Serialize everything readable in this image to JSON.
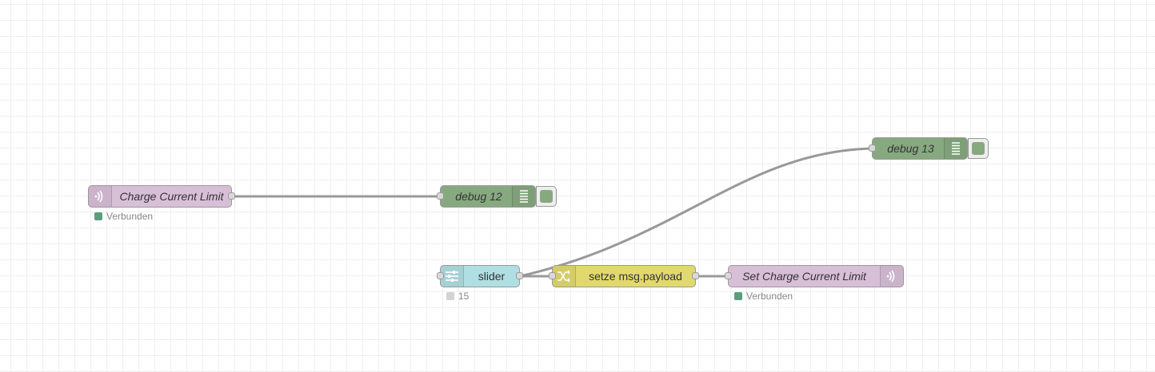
{
  "canvas": {
    "grid": true,
    "background": "#ffffff",
    "grid_color": "#eeeeee"
  },
  "colors": {
    "mqtt_node": "#d8bfd8",
    "debug_node": "#87a980",
    "slider_node": "#b0dfe3",
    "change_node": "#e2d96e",
    "status_connected": "#5a9e7d",
    "status_grey": "#d3d3d3",
    "wire": "#999999"
  },
  "nodes": {
    "mqtt_in": {
      "label": "Charge Current Limit",
      "icon": "radio-waves-icon",
      "status": "Verbunden"
    },
    "debug12": {
      "label": "debug 12",
      "icon": "list-lines-icon"
    },
    "debug13": {
      "label": "debug 13",
      "icon": "list-lines-icon"
    },
    "slider": {
      "label": "slider",
      "icon": "sliders-icon",
      "status": "15"
    },
    "change": {
      "label": "setze msg.payload",
      "icon": "shuffle-icon"
    },
    "mqtt_out": {
      "label": "Set Charge Current Limit",
      "icon": "radio-waves-icon",
      "status": "Verbunden"
    }
  }
}
